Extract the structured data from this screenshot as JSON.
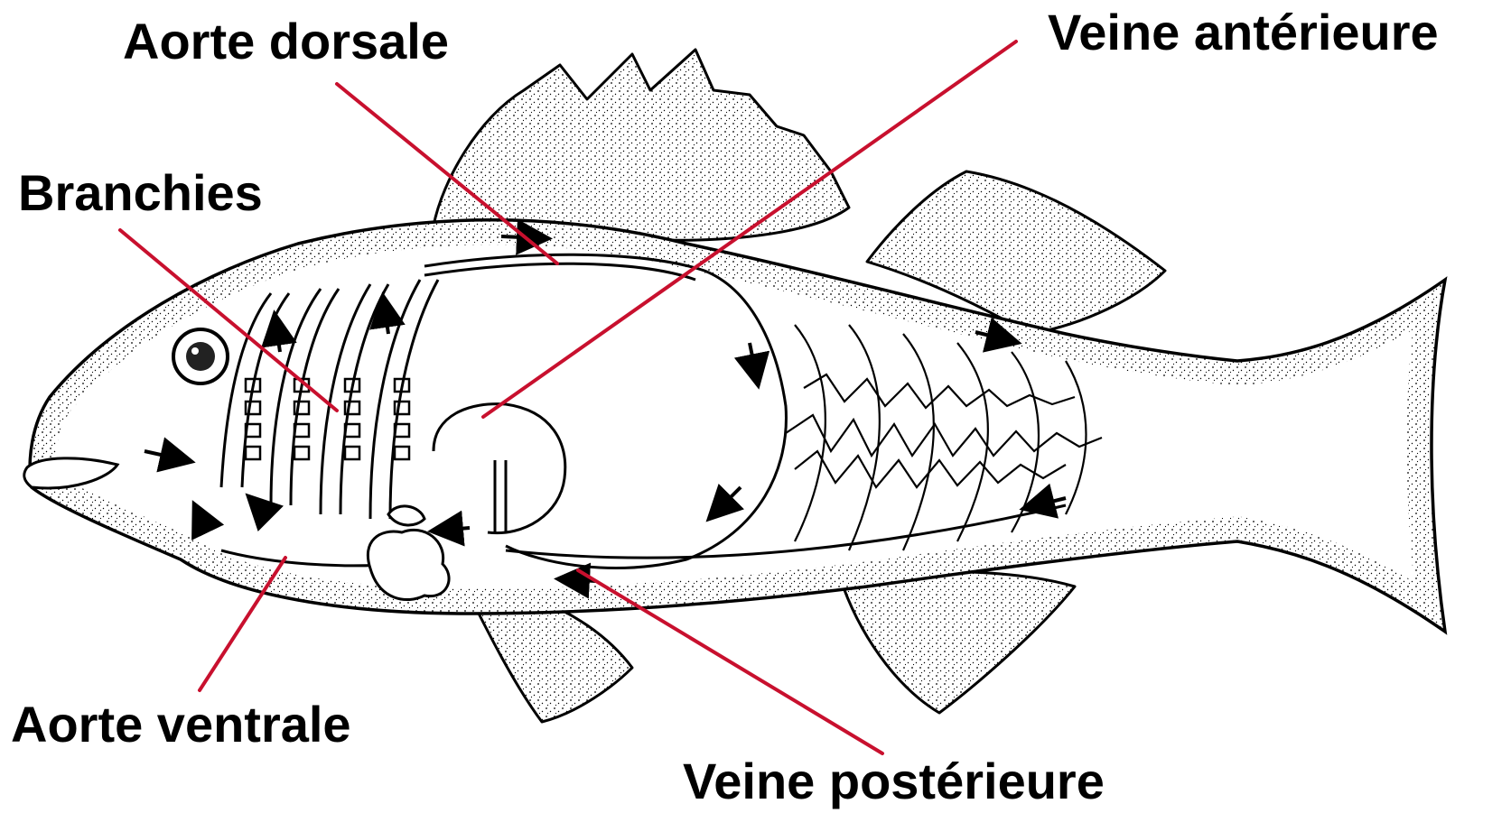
{
  "labels": {
    "aorte_dorsale": "Aorte dorsale",
    "veine_anterieure": "Veine antérieure",
    "branchies": "Branchies",
    "aorte_ventrale": "Aorte ventrale",
    "veine_posterieure": "Veine postérieure"
  },
  "colors": {
    "leader_line": "#c8102e",
    "drawing": "#000000",
    "label_text": "#000000",
    "background": "#ffffff"
  }
}
